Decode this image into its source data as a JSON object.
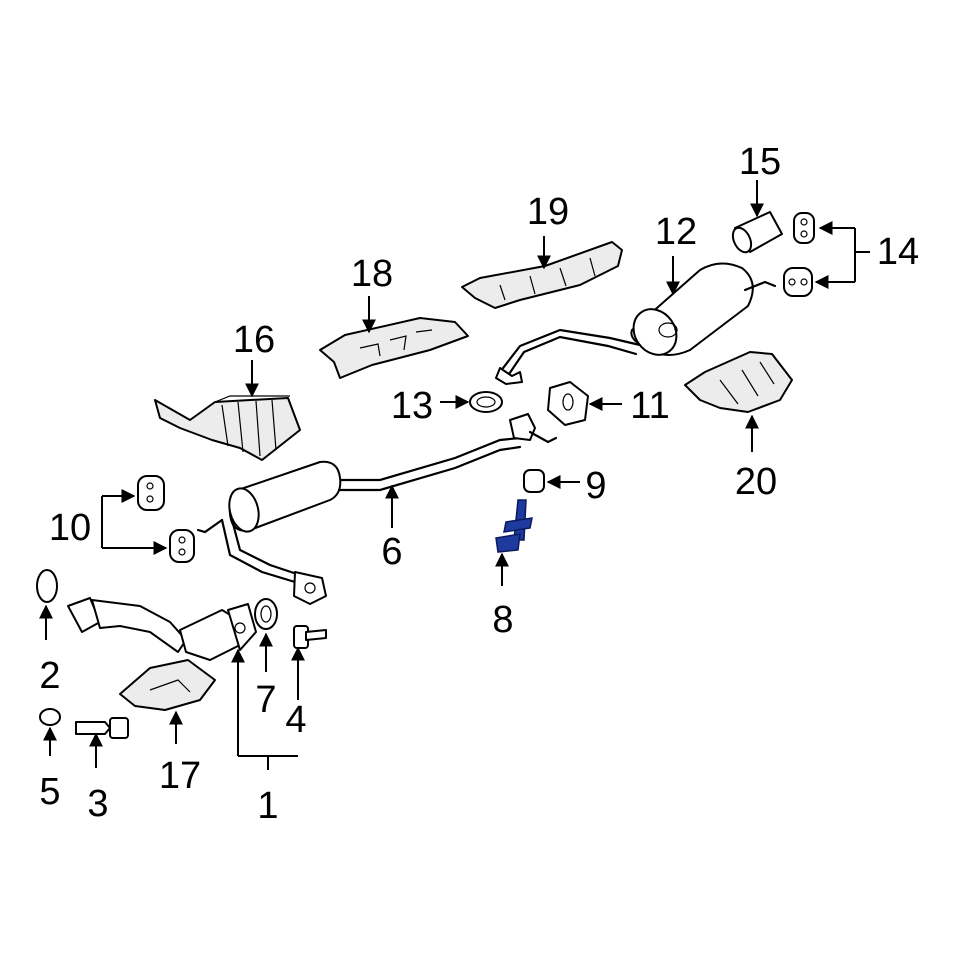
{
  "callouts": {
    "c1": "1",
    "c2": "2",
    "c3": "3",
    "c4": "4",
    "c5": "5",
    "c6": "6",
    "c7": "7",
    "c8": "8",
    "c9": "9",
    "c10": "10",
    "c11": "11",
    "c12": "12",
    "c13": "13",
    "c14": "14",
    "c15": "15",
    "c16": "16",
    "c17": "17",
    "c18": "18",
    "c19": "19",
    "c20": "20"
  },
  "colors": {
    "line": "#000000",
    "highlight_part": "#1f3a9e",
    "background": "#ffffff"
  }
}
